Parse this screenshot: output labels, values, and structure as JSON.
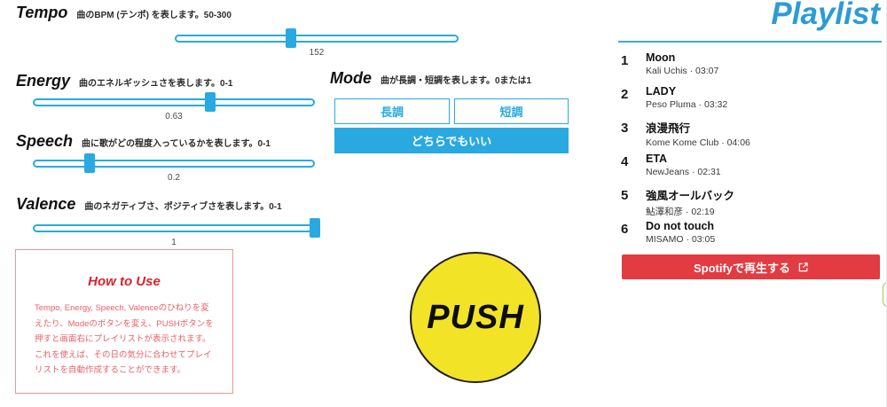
{
  "sliders": [
    {
      "name": "Tempo",
      "description": "曲のBPM (テンポ) を表します。50-300",
      "value": "152",
      "percent": 41
    },
    {
      "name": "Energy",
      "description": "曲のエネルギッシュさを表します。0-1",
      "value": "0.63",
      "percent": 63
    },
    {
      "name": "Speech",
      "description": "曲に歌がどの程度入っているかを表します。0-1",
      "value": "0.2",
      "percent": 20
    },
    {
      "name": "Valence",
      "description": "曲のネガティブさ、ポジティブさを表します。0-1",
      "value": "1",
      "percent": 100
    }
  ],
  "mode": {
    "name": "Mode",
    "description": "曲が長調・短調を表します。0または1",
    "major_label": "長調",
    "minor_label": "短調",
    "either_label": "どちらでもいい"
  },
  "how_to_use": {
    "title": "How to Use",
    "body": "Tempo, Energy, Speech, Valenceのひねりを変えたり、Modeのボタンを変え、PUSHボタンを押すと画面右にプレイリストが表示されます。これを使えば、その日の気分に合わせてプレイリストを自動作成することができます。"
  },
  "push_button": {
    "label": "PUSH"
  },
  "playlist": {
    "title": "Playlist",
    "tracks": [
      {
        "index": "1",
        "title": "Moon",
        "artist": "Kali Uchis",
        "duration": "03:07",
        "subtitle": "Kali Uchis · 03:07"
      },
      {
        "index": "2",
        "title": "LADY",
        "artist": "Peso Pluma",
        "duration": "03:32",
        "subtitle": "Peso Pluma · 03:32"
      },
      {
        "index": "3",
        "title": "浪漫飛行",
        "artist": "Kome Kome Club",
        "duration": "04:06",
        "subtitle": "Kome Kome Club · 04:06"
      },
      {
        "index": "4",
        "title": "ETA",
        "artist": "NewJeans",
        "duration": "02:31",
        "subtitle": "NewJeans · 02:31"
      },
      {
        "index": "5",
        "title": "強風オールバック",
        "artist": "鮎澤和彦",
        "duration": "02:19",
        "subtitle": "鮎澤和彦 · 02:19"
      },
      {
        "index": "6",
        "title": "Do not touch",
        "artist": "MISAMO",
        "duration": "03:05",
        "subtitle": "MISAMO · 03:05"
      }
    ],
    "spotify_button_label": "Spotifyで再生する"
  },
  "colors": {
    "accent_blue": "#29A9E0",
    "playlist_blue": "#2C9BD6",
    "spotify_red": "#E23B41",
    "push_yellow": "#F2E327",
    "howto_red": "#EC5F66",
    "howto_title_red": "#D6242E",
    "howto_border": "#F09398"
  }
}
